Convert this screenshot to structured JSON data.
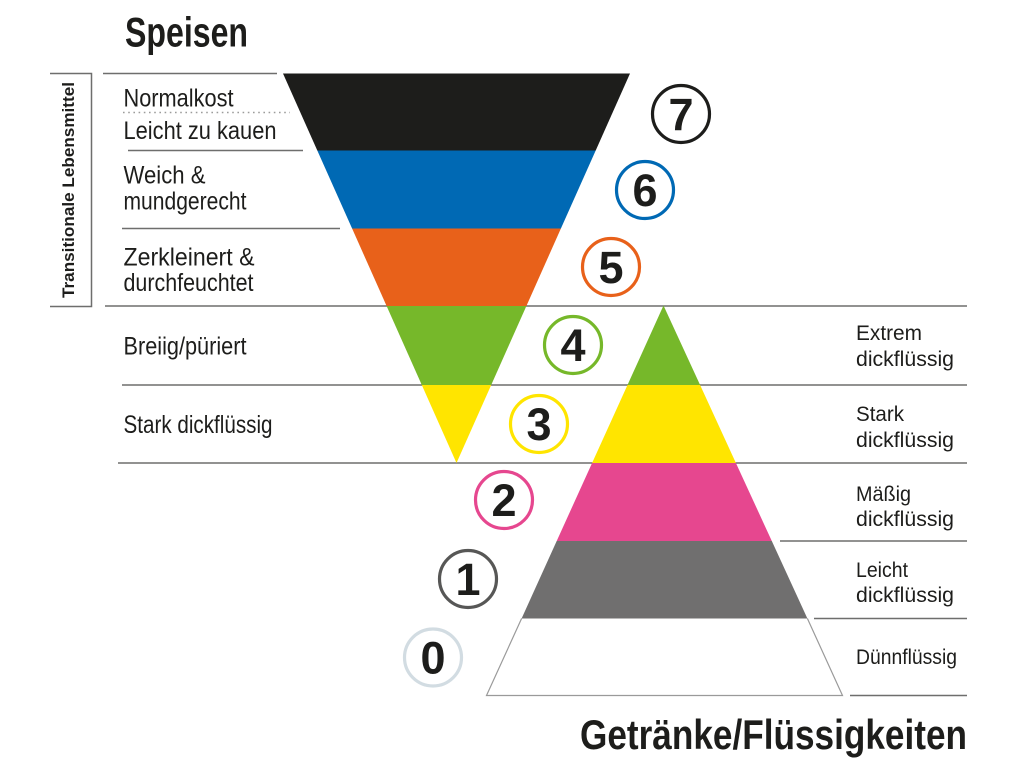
{
  "titles": {
    "food": "Speisen",
    "drinks": "Getränke/Flüssigkeiten"
  },
  "side_label": "Transitionale Lebensmittel",
  "food_labels": {
    "normalkost": "Normalkost",
    "leicht_zu_kauen": "Leicht zu kauen",
    "weich_line1": "Weich &",
    "weich_line2": "mundgerecht",
    "zerkleinert_line1": "Zerkleinert &",
    "zerkleinert_line2": "durchfeuchtet",
    "breiig": "Breiig/püriert",
    "stark_dickfluessig": "Stark dickflüssig"
  },
  "drink_labels": {
    "extrem_line1": "Extrem",
    "extrem_line2": "dickflüssig",
    "stark_line1": "Stark",
    "stark_line2": "dickflüssig",
    "maessig_line1": "Mäßig",
    "maessig_line2": "dickflüssig",
    "leicht_line1": "Leicht",
    "leicht_line2": "dickflüssig",
    "duenn": "Dünnflüssig"
  },
  "levels": {
    "l0": {
      "number": "0",
      "ring": "#d2dce2",
      "band": "#ffffff"
    },
    "l1": {
      "number": "1",
      "ring": "#575756",
      "band": "#706f6f"
    },
    "l2": {
      "number": "2",
      "ring": "#e6478f",
      "band": "#e6478f"
    },
    "l3": {
      "number": "3",
      "ring": "#ffe500",
      "band": "#ffe500"
    },
    "l4": {
      "number": "4",
      "ring": "#76b82a",
      "band": "#76b82a"
    },
    "l5": {
      "number": "5",
      "ring": "#e8611a",
      "band": "#e8611a"
    },
    "l6": {
      "number": "6",
      "ring": "#0069b4",
      "band": "#0069b4"
    },
    "l7": {
      "number": "7",
      "ring": "#1d1d1b",
      "band": "#1d1d1b"
    }
  }
}
